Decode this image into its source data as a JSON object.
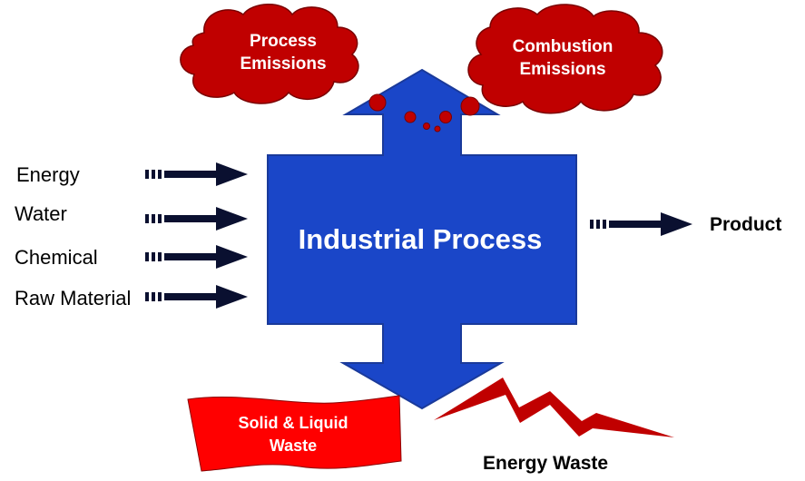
{
  "inputs": [
    "Energy",
    "Water",
    "Chemical",
    "Raw Material"
  ],
  "process": {
    "label": "Industrial Process"
  },
  "output": {
    "label": "Product"
  },
  "emissions": {
    "process": [
      "Process",
      "Emissions"
    ],
    "combustion": [
      "Combustion",
      "Emissions"
    ]
  },
  "wastes": {
    "solid_liquid": [
      "Solid & Liquid",
      "Waste"
    ],
    "energy": "Energy Waste"
  },
  "colors": {
    "process_fill": "#1a46c8",
    "process_stroke": "#1a3a9a",
    "cloud_fill": "#c00000",
    "cloud_stroke": "#7a0000",
    "waste_fill": "#ff0000",
    "lightning_fill": "#c00000",
    "arrow_fill": "#0a1030"
  }
}
